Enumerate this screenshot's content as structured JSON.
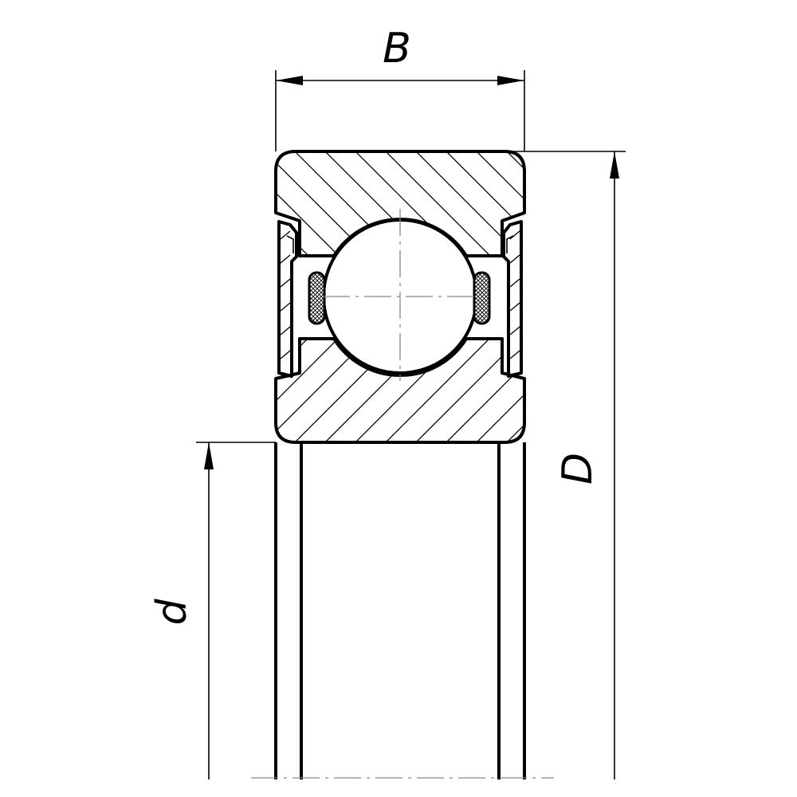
{
  "drawing": {
    "dimensions": {
      "width_label": "B",
      "outer_diameter_label": "D",
      "bore_label": "d"
    }
  }
}
